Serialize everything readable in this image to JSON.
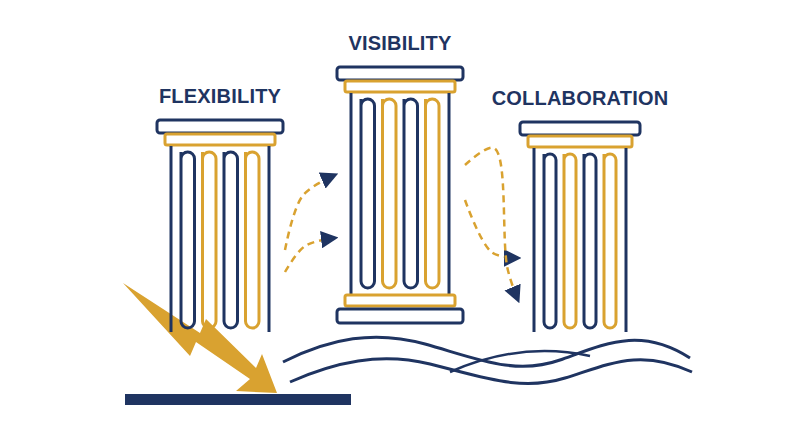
{
  "diagram": {
    "nodes": [
      {
        "text": [
          "FLEXIBILITY"
        ]
      },
      {
        "text": [
          "VISIBILITY"
        ]
      },
      {
        "text": [
          "COLLABORATION"
        ]
      }
    ],
    "edges": [
      {
        "from": 0,
        "to": 1,
        "arrow": "to"
      },
      {
        "from": 0,
        "to": 1,
        "arrow": "to"
      },
      {
        "from": 1,
        "to": 2,
        "arrow": "to"
      },
      {
        "from": 1,
        "to": 2,
        "arrow": "to"
      }
    ]
  }
}
